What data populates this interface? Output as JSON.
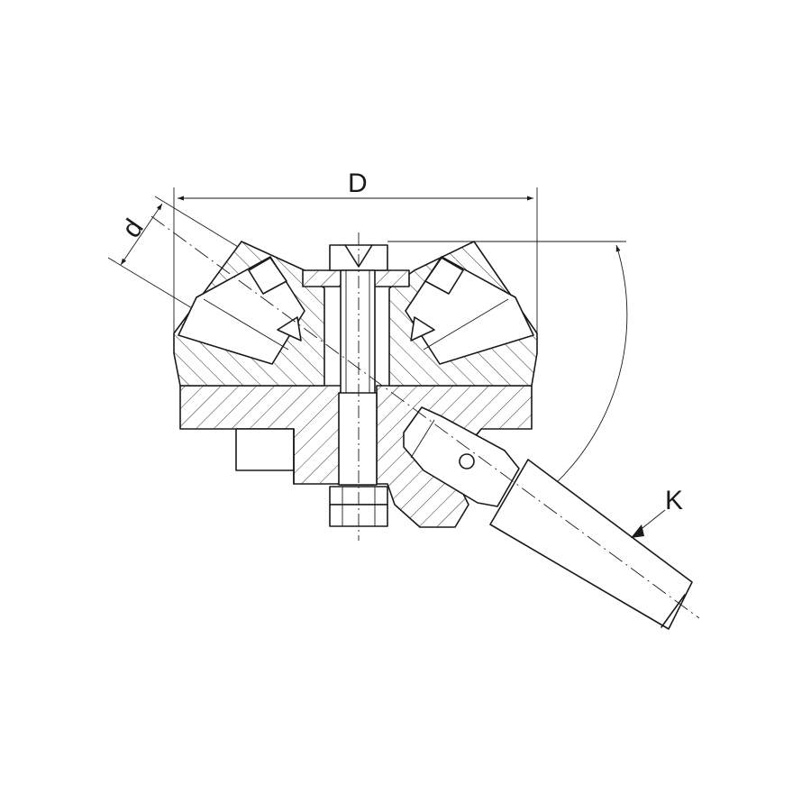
{
  "labels": {
    "diameter_D": "D",
    "diameter_d": "d",
    "taper_K": "K"
  }
}
